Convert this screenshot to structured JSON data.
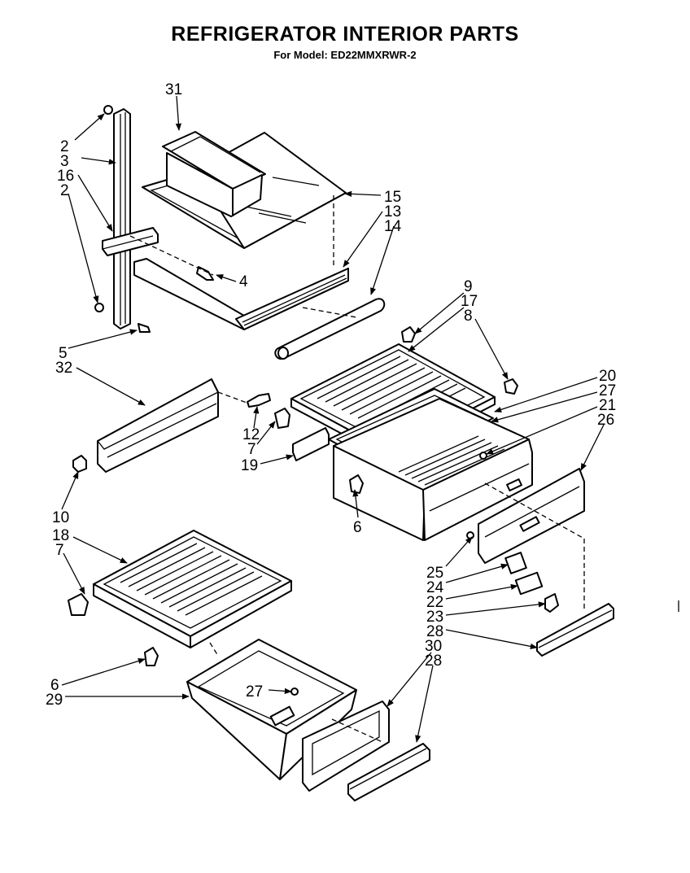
{
  "header": {
    "title": "REFRIGERATOR INTERIOR PARTS",
    "subtitle": "For Model: ED22MMXRWR-2"
  },
  "callouts": [
    {
      "id": "c31",
      "text": "31"
    },
    {
      "id": "c2a",
      "text": "2"
    },
    {
      "id": "c3",
      "text": "3"
    },
    {
      "id": "c16",
      "text": "16"
    },
    {
      "id": "c2b",
      "text": "2"
    },
    {
      "id": "c15",
      "text": "15"
    },
    {
      "id": "c13",
      "text": "13"
    },
    {
      "id": "c14",
      "text": "14"
    },
    {
      "id": "c4",
      "text": "4"
    },
    {
      "id": "c5",
      "text": "5"
    },
    {
      "id": "c32",
      "text": "32"
    },
    {
      "id": "c9",
      "text": "9"
    },
    {
      "id": "c17",
      "text": "17"
    },
    {
      "id": "c8",
      "text": "8"
    },
    {
      "id": "c20",
      "text": "20"
    },
    {
      "id": "c27a",
      "text": "27"
    },
    {
      "id": "c21",
      "text": "21"
    },
    {
      "id": "c26",
      "text": "26"
    },
    {
      "id": "c12",
      "text": "12"
    },
    {
      "id": "c7a",
      "text": "7"
    },
    {
      "id": "c19",
      "text": "19"
    },
    {
      "id": "c6a",
      "text": "6"
    },
    {
      "id": "c10",
      "text": "10"
    },
    {
      "id": "c18",
      "text": "18"
    },
    {
      "id": "c7b",
      "text": "7"
    },
    {
      "id": "c25",
      "text": "25"
    },
    {
      "id": "c24",
      "text": "24"
    },
    {
      "id": "c22",
      "text": "22"
    },
    {
      "id": "c23",
      "text": "23"
    },
    {
      "id": "c28a",
      "text": "28"
    },
    {
      "id": "c30",
      "text": "30"
    },
    {
      "id": "c28b",
      "text": "28"
    },
    {
      "id": "c6b",
      "text": "6"
    },
    {
      "id": "c29",
      "text": "29"
    },
    {
      "id": "c27b",
      "text": "27"
    }
  ]
}
